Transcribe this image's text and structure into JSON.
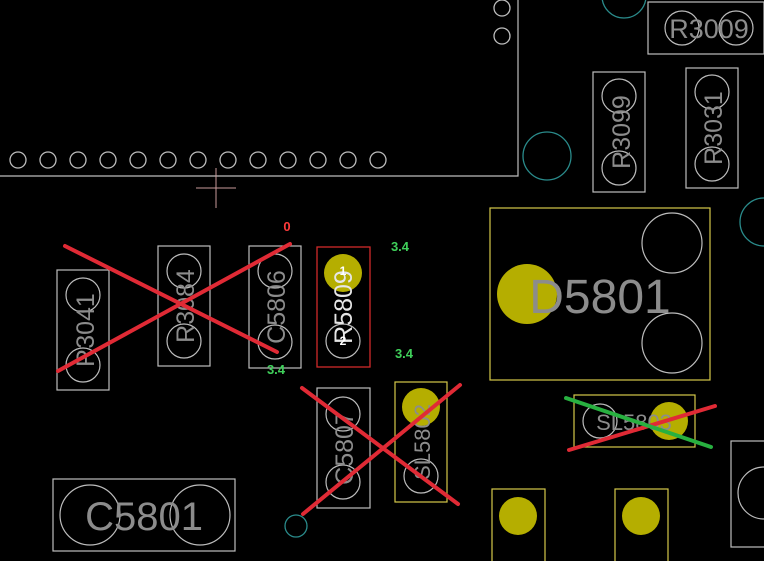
{
  "colors": {
    "background": "#000000",
    "outline": "#bdbdbd",
    "component_label": "#8c8c8c",
    "highlight_outline": "#d4c94a",
    "pad_fill": "#b5ae00",
    "selected_outline": "#d02a2a",
    "via": "#2a8b8b",
    "net_value_red": "#ff3b3b",
    "net_value_green": "#3fcf5a",
    "strike_red": "#e02a35",
    "strike_green": "#28b040"
  },
  "components": {
    "r3009": "R3009",
    "r3099": "R3099",
    "r3031": "R3031",
    "r3041": "R3041",
    "r3084": "R3084",
    "c5806": "C5806",
    "r5809": "R5809",
    "d5801": "D5801",
    "c5807": "C5807",
    "sl5802": "SL5802",
    "sl5803": "SL5803",
    "c5801": "C5801"
  },
  "pins": {
    "r5809_pin1": "1",
    "r5809_pin2": "2"
  },
  "net_values": {
    "top_red": "0",
    "r5809_top": "3.4",
    "c5806_bottom": "3.4",
    "sl5802_top": "3.4"
  },
  "markers": {
    "crossed_out_red": [
      "R3041",
      "R3084",
      "C5806",
      "C5807",
      "SL5802",
      "SL5803"
    ],
    "crossed_out_green": [
      "SL5803"
    ]
  }
}
